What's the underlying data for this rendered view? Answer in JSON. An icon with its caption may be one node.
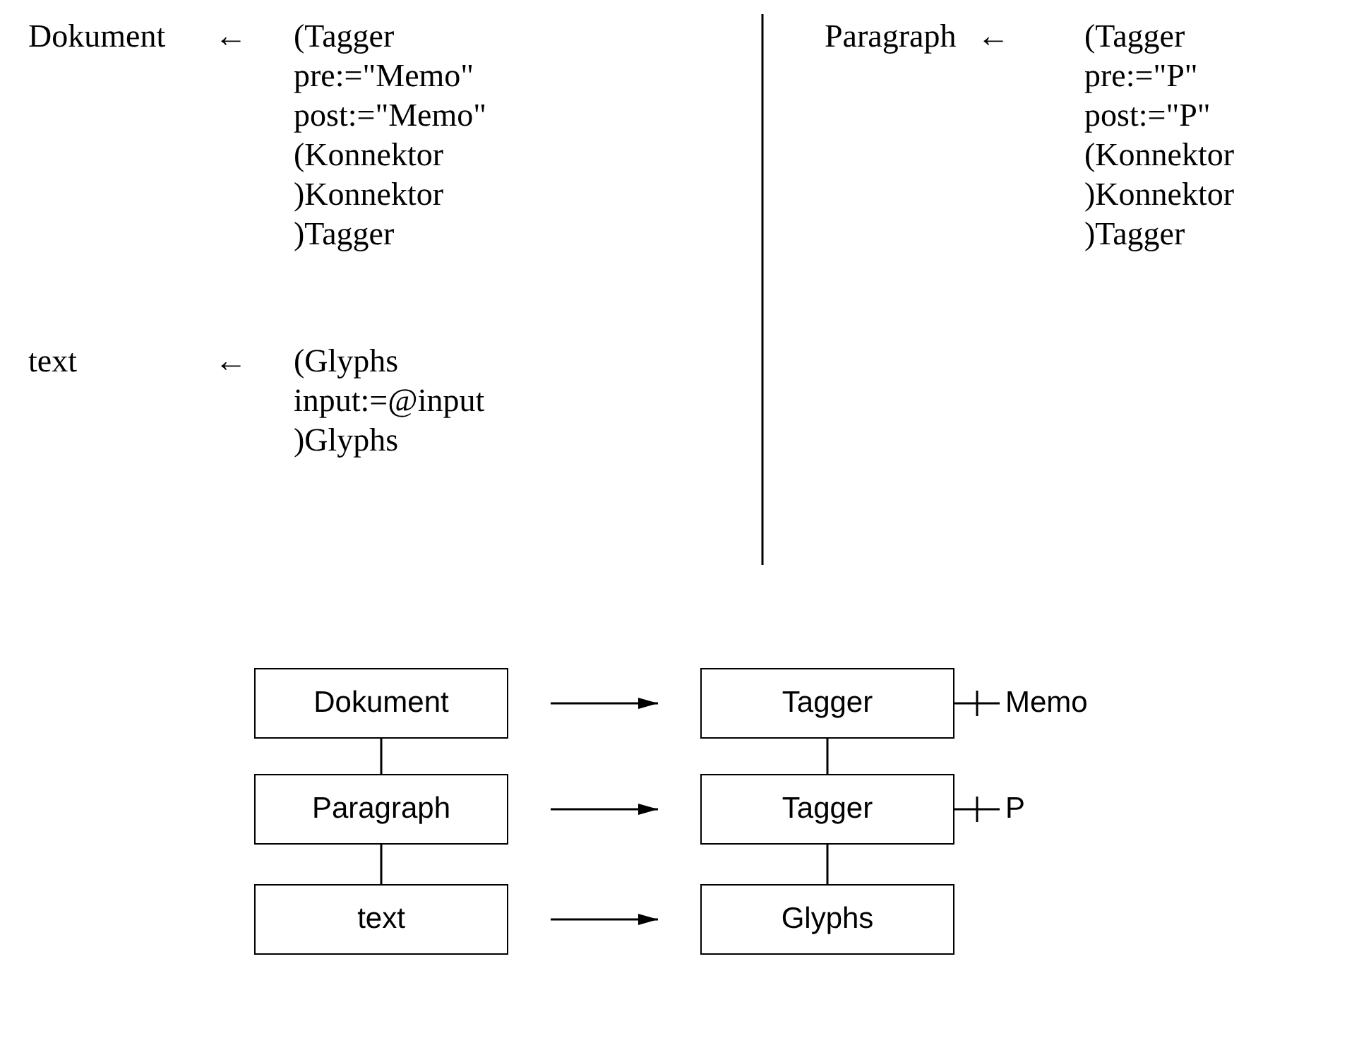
{
  "diagram": {
    "nodes": [
      {
        "text": [
          "Dokument"
        ]
      },
      {
        "text": [
          "Tagger"
        ]
      },
      {
        "text": [
          "Paragraph"
        ]
      },
      {
        "text": [
          "Tagger"
        ]
      },
      {
        "text": [
          "text"
        ]
      },
      {
        "text": [
          "Glyphs"
        ]
      },
      {
        "text": [
          "Memo"
        ]
      },
      {
        "text": [
          "P"
        ]
      }
    ],
    "edges": [
      {
        "from": 0,
        "to": 1,
        "arrow": "to"
      },
      {
        "from": 1,
        "to": 6,
        "arrow": "none"
      },
      {
        "from": 0,
        "to": 2,
        "arrow": "none"
      },
      {
        "from": 1,
        "to": 3,
        "arrow": "none"
      },
      {
        "from": 2,
        "to": 3,
        "arrow": "to"
      },
      {
        "from": 3,
        "to": 7,
        "arrow": "none"
      },
      {
        "from": 2,
        "to": 4,
        "arrow": "none"
      },
      {
        "from": 3,
        "to": 5,
        "arrow": "none"
      },
      {
        "from": 4,
        "to": 5,
        "arrow": "to"
      }
    ],
    "labels": [
      "Dokument",
      "←",
      "(Tagger",
      "pre:=\"Memo\"",
      "post:=\"Memo\"",
      "(Konnektor",
      ")Konnektor",
      ")Tagger",
      "Paragraph",
      "←",
      "(Tagger",
      "pre:=\"P\"",
      "post:=\"P\"",
      "(Konnektor",
      ")Konnektor",
      ")Tagger",
      "text",
      "←",
      "(Glyphs",
      "input:=@input",
      ")Glyphs"
    ]
  }
}
